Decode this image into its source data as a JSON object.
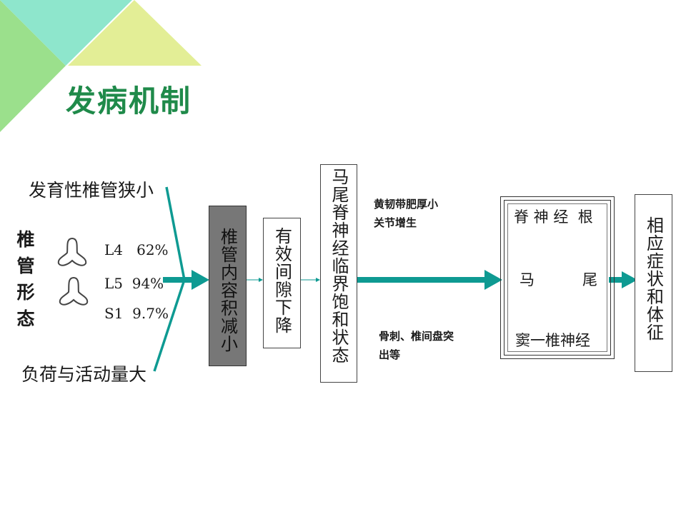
{
  "title": "发病机制",
  "left_labels": {
    "top": "发育性椎管狭小",
    "bottom": "负荷与活动量大",
    "canal_shape": "椎管形态"
  },
  "stats": [
    {
      "level": "L4",
      "value": "62%"
    },
    {
      "level": "L5",
      "value": "94%"
    },
    {
      "level": "S1",
      "value": "9.7%"
    }
  ],
  "boxes": {
    "volume_reduced": "椎管内容积减小",
    "gap_decrease": "有效间隙下降",
    "critical_state": "马尾脊神经临界饱和状态",
    "symptoms": "相应症状和体征"
  },
  "factors": {
    "top": [
      "黄韧带肥厚小",
      "关节增生"
    ],
    "bottom": [
      "骨刺、椎间盘突",
      "出等"
    ]
  },
  "nerve_box": {
    "line1": "脊 神 经  根",
    "line2_left": "马",
    "line2_right": "尾",
    "line3": "窦一椎神经"
  },
  "colors": {
    "accent_teal": "#0e9a92",
    "title_green": "#1f8a4a",
    "corner_mint": "#8ee6cc",
    "corner_lime": "#e3ee96",
    "corner_green": "#9be08c",
    "dark_box": "#777777"
  }
}
